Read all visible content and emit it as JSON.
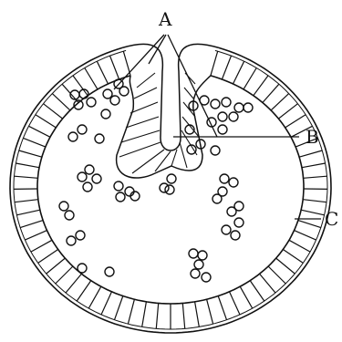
{
  "figure": {
    "labels": {
      "a": "A",
      "b": "B",
      "c": "C"
    },
    "colors": {
      "ink": "#111111",
      "paper": "#ffffff"
    }
  }
}
